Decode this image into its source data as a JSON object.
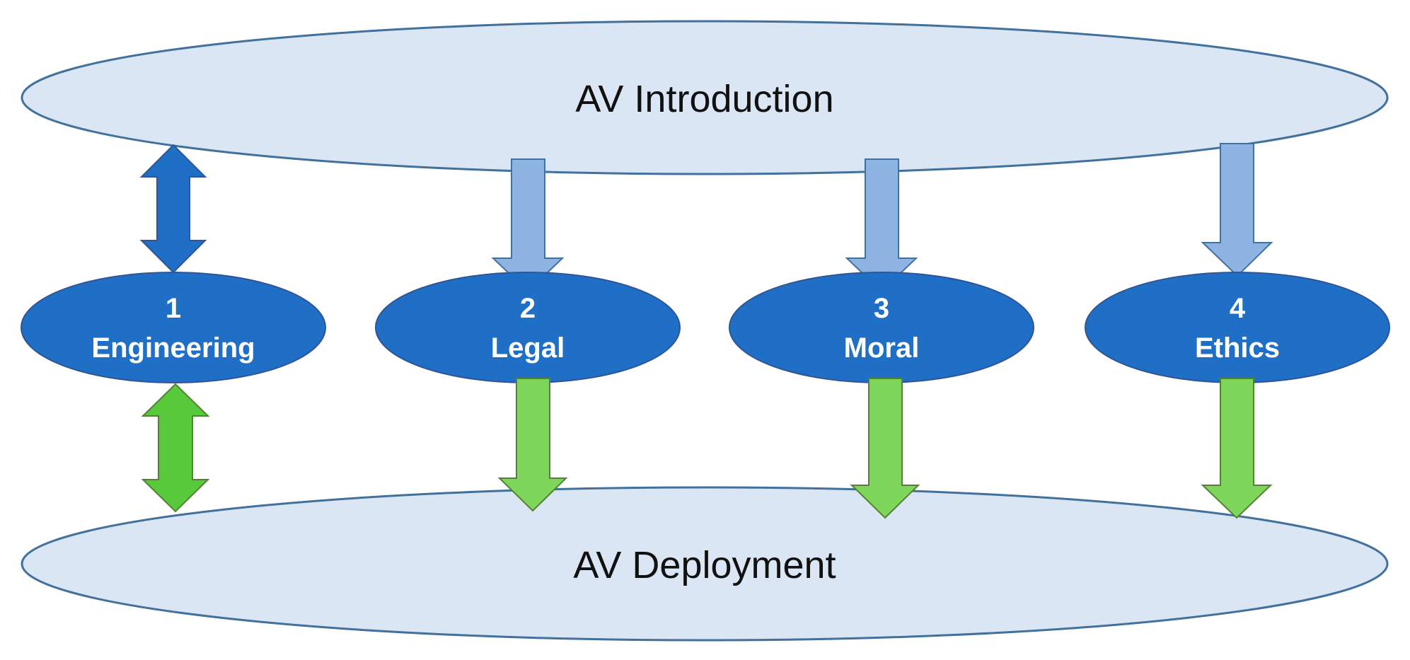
{
  "top": {
    "label": "AV Introduction"
  },
  "bottom": {
    "label": "AV Deployment"
  },
  "nodes": [
    {
      "number": "1",
      "name": "Engineering"
    },
    {
      "number": "2",
      "name": "Legal"
    },
    {
      "number": "3",
      "name": "Moral"
    },
    {
      "number": "4",
      "name": "Ethics"
    }
  ],
  "colors": {
    "outer_fill": "#dae6f4",
    "outer_stroke": "#41719c",
    "node_fill": "#1e6fc5",
    "node_stroke": "#2f5597",
    "arrow_blue_dark": "#1e6fc5",
    "arrow_blue_light": "#8eb4e3",
    "arrow_green_dark": "#58c93a",
    "arrow_green_light": "#7ed65a"
  },
  "arrows": [
    {
      "type": "double",
      "between": "top-node1",
      "color": "arrow_blue_dark"
    },
    {
      "type": "single-down",
      "between": "top-node2",
      "color": "arrow_blue_light"
    },
    {
      "type": "single-down",
      "between": "top-node3",
      "color": "arrow_blue_light"
    },
    {
      "type": "single-down",
      "between": "top-node4",
      "color": "arrow_blue_light"
    },
    {
      "type": "double",
      "between": "node1-bottom",
      "color": "arrow_green_dark"
    },
    {
      "type": "single-down",
      "between": "node2-bottom",
      "color": "arrow_green_light"
    },
    {
      "type": "single-down",
      "between": "node3-bottom",
      "color": "arrow_green_light"
    },
    {
      "type": "single-down",
      "between": "node4-bottom",
      "color": "arrow_green_light"
    }
  ]
}
